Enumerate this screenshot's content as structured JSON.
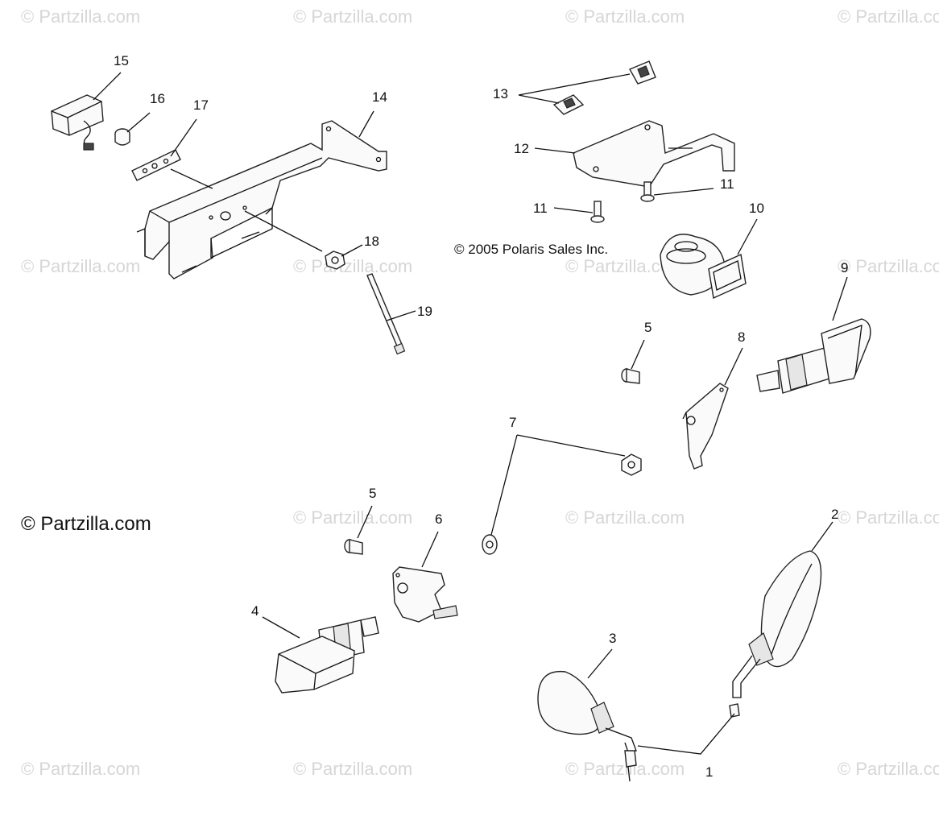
{
  "watermark_text": "© Partzilla.com",
  "copyright": "© 2005 Polaris Sales Inc.",
  "brand_watermark": "© Partzilla.com",
  "callouts": {
    "c1": "1",
    "c2": "2",
    "c3": "3",
    "c4": "4",
    "c5a": "5",
    "c5b": "5",
    "c6": "6",
    "c7": "7",
    "c8": "8",
    "c9": "9",
    "c10": "10",
    "c11a": "11",
    "c11b": "11",
    "c12": "12",
    "c13": "13",
    "c14": "14",
    "c15": "15",
    "c16": "16",
    "c17": "17",
    "c18": "18",
    "c19": "19"
  }
}
